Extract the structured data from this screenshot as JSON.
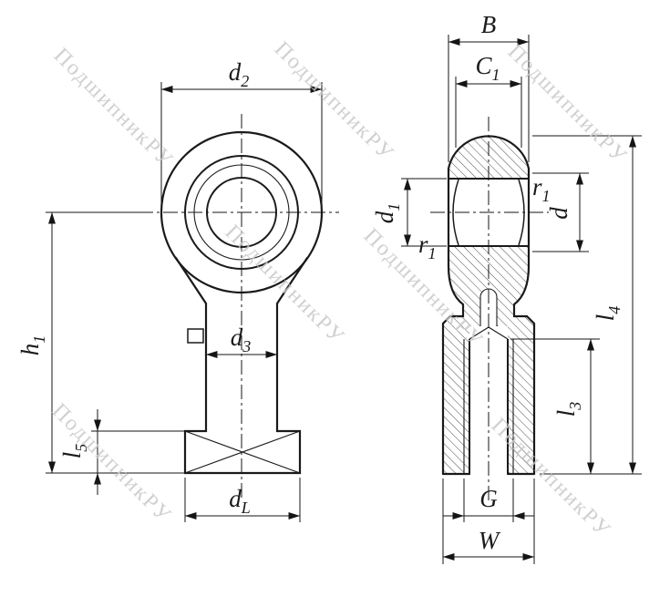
{
  "watermark": {
    "text": "ПодшипникРУ",
    "color": "#c8c8c8"
  },
  "colors": {
    "line": "#1a1a1a",
    "dim": "#151515",
    "wm": "#c8c8c8",
    "bg": "#ffffff"
  },
  "labels": {
    "d2": {
      "base": "d",
      "sub": "2"
    },
    "h1": {
      "base": "h",
      "sub": "1"
    },
    "l5": {
      "base": "l",
      "sub": "5"
    },
    "d3": {
      "base": "d",
      "sub": "3"
    },
    "dL": {
      "base": "d",
      "sub": "L"
    },
    "B": {
      "base": "B",
      "sub": ""
    },
    "C1": {
      "base": "C",
      "sub": "1"
    },
    "d1": {
      "base": "d",
      "sub": "1"
    },
    "r1": {
      "base": "r",
      "sub": "1"
    },
    "d": {
      "base": "d",
      "sub": ""
    },
    "l4": {
      "base": "l",
      "sub": "4"
    },
    "l3": {
      "base": "l",
      "sub": "3"
    },
    "G": {
      "base": "G",
      "sub": ""
    },
    "W": {
      "base": "W",
      "sub": ""
    }
  }
}
